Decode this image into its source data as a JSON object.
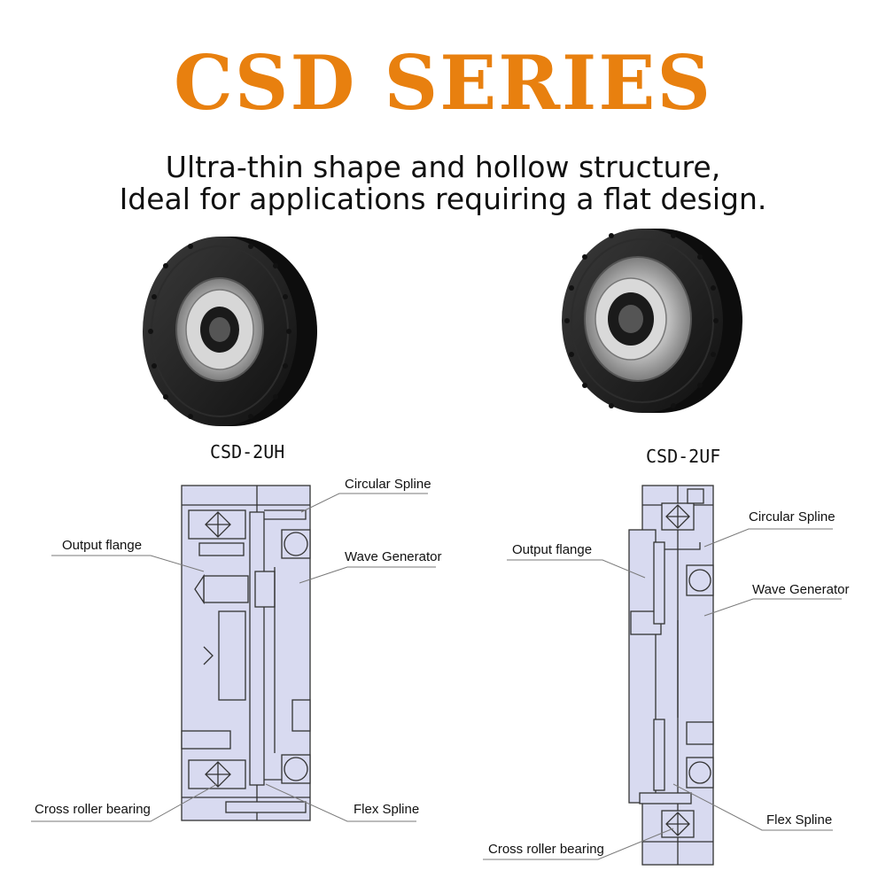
{
  "header": {
    "title": "CSD SERIES",
    "subtitle_line1": "Ultra-thin shape and hollow structure,",
    "subtitle_line2": "Ideal for applications requiring a flat design."
  },
  "products": [
    {
      "model": "CSD-2UH",
      "labels": {
        "circular_spline": "Circular Spline",
        "output_flange": "Output flange",
        "wave_generator": "Wave Generator",
        "cross_roller_bearing": "Cross roller bearing",
        "flex_spline": "Flex Spline"
      }
    },
    {
      "model": "CSD-2UF",
      "labels": {
        "circular_spline": "Circular Spline",
        "output_flange": "Output flange",
        "wave_generator": "Wave Generator",
        "flex_spline": "Flex Spline",
        "cross_roller_bearing": "Cross roller bearing"
      }
    }
  ],
  "colors": {
    "title": "#E8800F",
    "diagram_fill": "#D8DAF0",
    "diagram_stroke": "#333333",
    "leader_line": "#7A7A7A",
    "gear_body": "#1E1E1E",
    "gear_metal": "#C9C9C9"
  }
}
